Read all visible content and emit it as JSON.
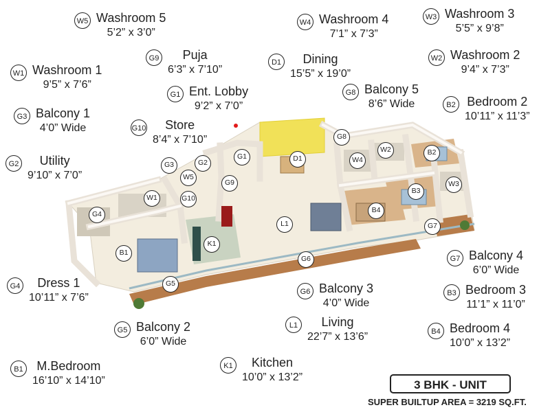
{
  "colors": {
    "wall": "#f1ece6",
    "wall_top": "#fbf8f4",
    "floor": "#f3eddf",
    "tile": "#cfc8b8",
    "deck": "#b77c4a",
    "accent": "#f1e158"
  },
  "rooms": [
    {
      "code": "W5",
      "name": "Washroom 5",
      "dims": "5’2” x 3’0”"
    },
    {
      "code": "W4",
      "name": "Washroom 4",
      "dims": "7’1” x 7’3”"
    },
    {
      "code": "W3",
      "name": "Washroom 3",
      "dims": "5’5” x 9’8”"
    },
    {
      "code": "G9",
      "name": "Puja",
      "dims": "6’3” x 7’10”"
    },
    {
      "code": "D1",
      "name": "Dining",
      "dims": "15’5” x 19’0”"
    },
    {
      "code": "W2",
      "name": "Washroom 2",
      "dims": "9’4” x 7’3”"
    },
    {
      "code": "W1",
      "name": "Washroom 1",
      "dims": "9’5” x 7’6”"
    },
    {
      "code": "G1",
      "name": "Ent. Lobby",
      "dims": "9’2” x 7’0”"
    },
    {
      "code": "G8",
      "name": "Balcony 5",
      "dims": "8’6” Wide"
    },
    {
      "code": "B2",
      "name": "Bedroom 2",
      "dims": "10’11” x 11’3”"
    },
    {
      "code": "G3",
      "name": "Balcony 1",
      "dims": "4’0” Wide"
    },
    {
      "code": "G10",
      "name": "Store",
      "dims": "8’4” x 7’10”"
    },
    {
      "code": "G2",
      "name": "Utility",
      "dims": "9’10” x 7’0”"
    },
    {
      "code": "G7",
      "name": "Balcony 4",
      "dims": "6’0” Wide"
    },
    {
      "code": "G4",
      "name": "Dress 1",
      "dims": "10’11” x 7’6”"
    },
    {
      "code": "G6",
      "name": "Balcony 3",
      "dims": "4’0” Wide"
    },
    {
      "code": "B3",
      "name": "Bedroom 3",
      "dims": "11’1” x 11’0”"
    },
    {
      "code": "L1",
      "name": "Living",
      "dims": "22’7” x 13’6”"
    },
    {
      "code": "G5",
      "name": "Balcony 2",
      "dims": "6’0” Wide"
    },
    {
      "code": "B4",
      "name": "Bedroom 4",
      "dims": "10’0” x 13’2”"
    },
    {
      "code": "K1",
      "name": "Kitchen",
      "dims": "10’0” x 13’2”"
    },
    {
      "code": "B1",
      "name": "M.Bedroom",
      "dims": "16’10” x 14’10”"
    }
  ],
  "plan_markers": [
    "G1",
    "D1",
    "G8",
    "W2",
    "B2",
    "W4",
    "G3",
    "G2",
    "W5",
    "G9",
    "W1",
    "G10",
    "G4",
    "B3",
    "W3",
    "B4",
    "G7",
    "L1",
    "B1",
    "K1",
    "G6",
    "G5"
  ],
  "unit_type": "3 BHK - UNIT",
  "super_area": "SUPER BUILTUP AREA = 3219 SQ.FT."
}
